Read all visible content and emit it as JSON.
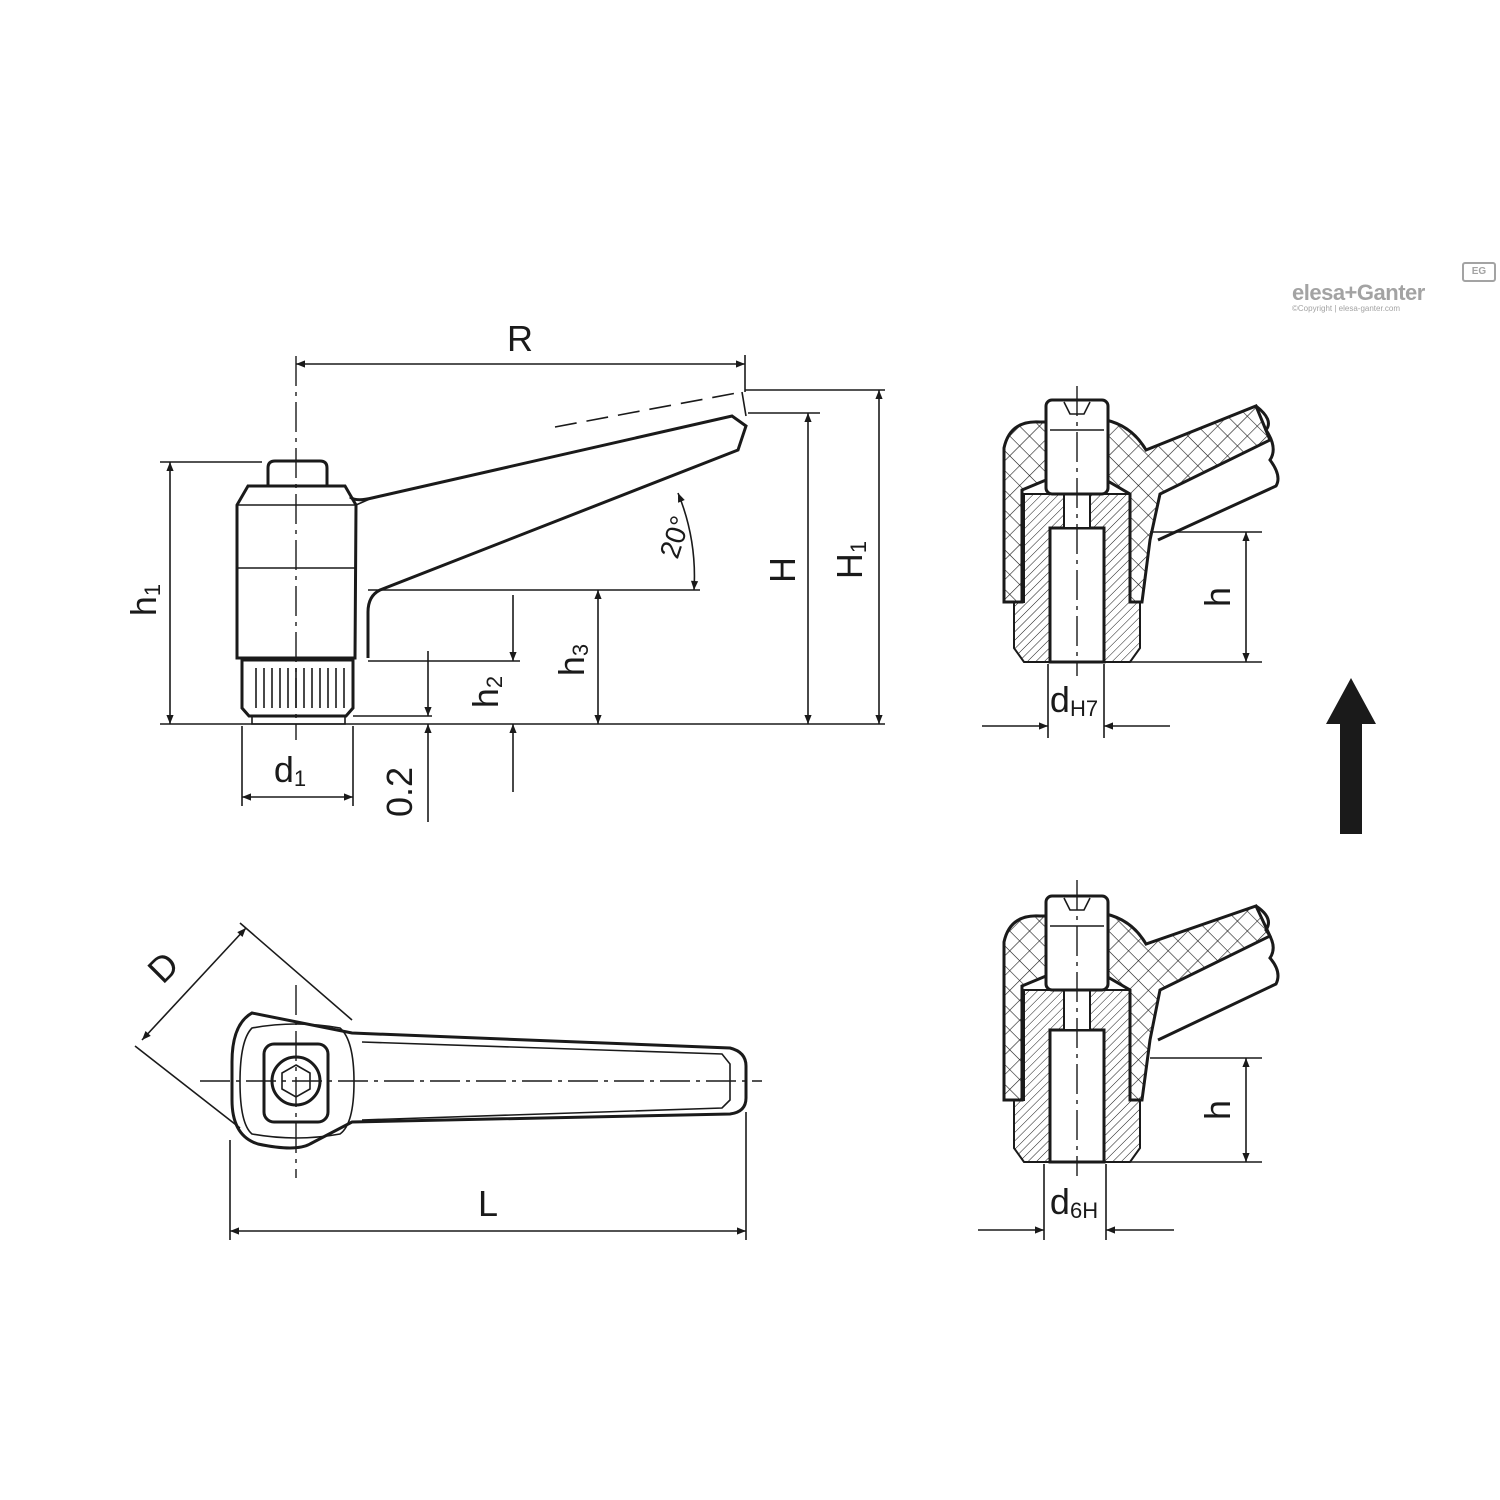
{
  "logo": {
    "brand": "elesa+Ganter",
    "copyright": "©Copyright | elesa-ganter.com",
    "badge": "EG"
  },
  "side_view": {
    "R": "R",
    "h1_main": "h",
    "h1_sub": "1",
    "H": "H",
    "H1_main": "H",
    "H1_sub": "1",
    "h2_main": "h",
    "h2_sub": "2",
    "h3_main": "h",
    "h3_sub": "3",
    "d1_main": "d",
    "d1_sub": "1",
    "gap": "0.2",
    "angle": "20°"
  },
  "top_view": {
    "D": "D",
    "L": "L"
  },
  "section_upper": {
    "h": "h",
    "d_main": "d",
    "d_sub": "H7"
  },
  "section_lower": {
    "h": "h",
    "d_main": "d",
    "d_sub": "6H"
  },
  "colors": {
    "line": "#1a1a1a",
    "logo": "#a3a3a3"
  },
  "icons": [
    "arrow-up-icon"
  ]
}
